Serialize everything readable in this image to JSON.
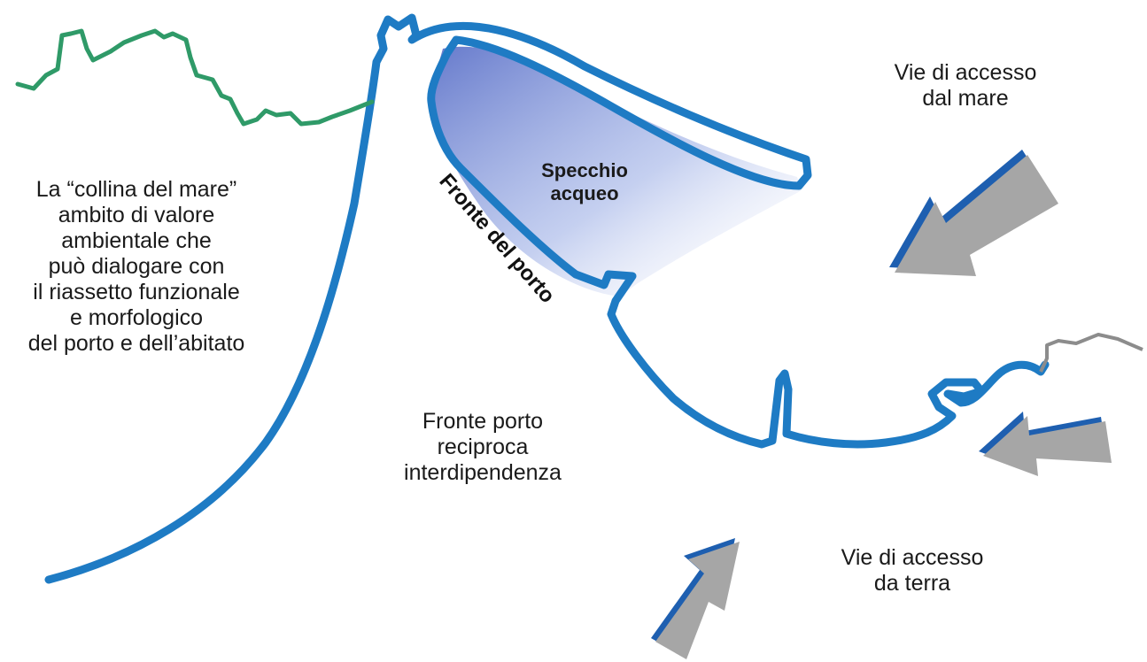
{
  "labels": {
    "hill": "La “collina del mare”\nambito di valore\nambientale che\npuò dialogare con\nil riassetto funzionale\ne morfologico\ndel porto e dell’abitato",
    "sea_access": "Vie di accesso\ndal mare",
    "land_access": "Vie di accesso\nda terra",
    "harbour_front": "Fronte porto\nreciproca\ninterdipendenza",
    "water_body": "Specchio\nacqueo",
    "port_front": "Fronte del porto"
  },
  "colors": {
    "coast": "#1e7bc4",
    "hill_ridge": "#2f9a68",
    "road": "#8c8c8c",
    "water_fill": "#6f86d4",
    "arrow_fill": "#a6a6a6",
    "arrow_edge": "#1e5fb0"
  },
  "icons": {
    "sea_arrow": "arrow-icon",
    "land_arrow": "arrow-icon"
  }
}
